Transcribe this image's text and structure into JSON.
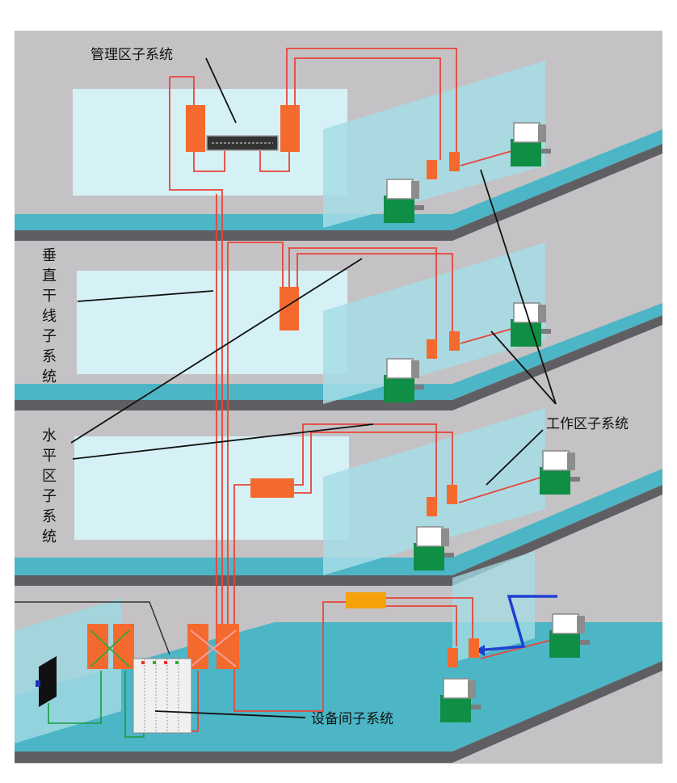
{
  "labels": {
    "management": "管理区子系统",
    "vertical": [
      "垂",
      "直",
      "干",
      "线",
      "子",
      "系",
      "统"
    ],
    "horizontal": [
      "水",
      "平",
      "区",
      "子",
      "系",
      "统"
    ],
    "work_area": "工作区子系统",
    "equipment": "设备间子系统"
  },
  "colors": {
    "building_gray": "#c4c2c4",
    "floor_teal": "#4cb6c6",
    "slab_dark": "#5f5f63",
    "partition_glass": "#b7e8ee",
    "cable_red": "#e8453a",
    "panel_orange": "#f46a2e",
    "device_orange": "#f5a20b",
    "device_green": "#0f8f45",
    "uplink_blue": "#1f3fd1"
  }
}
